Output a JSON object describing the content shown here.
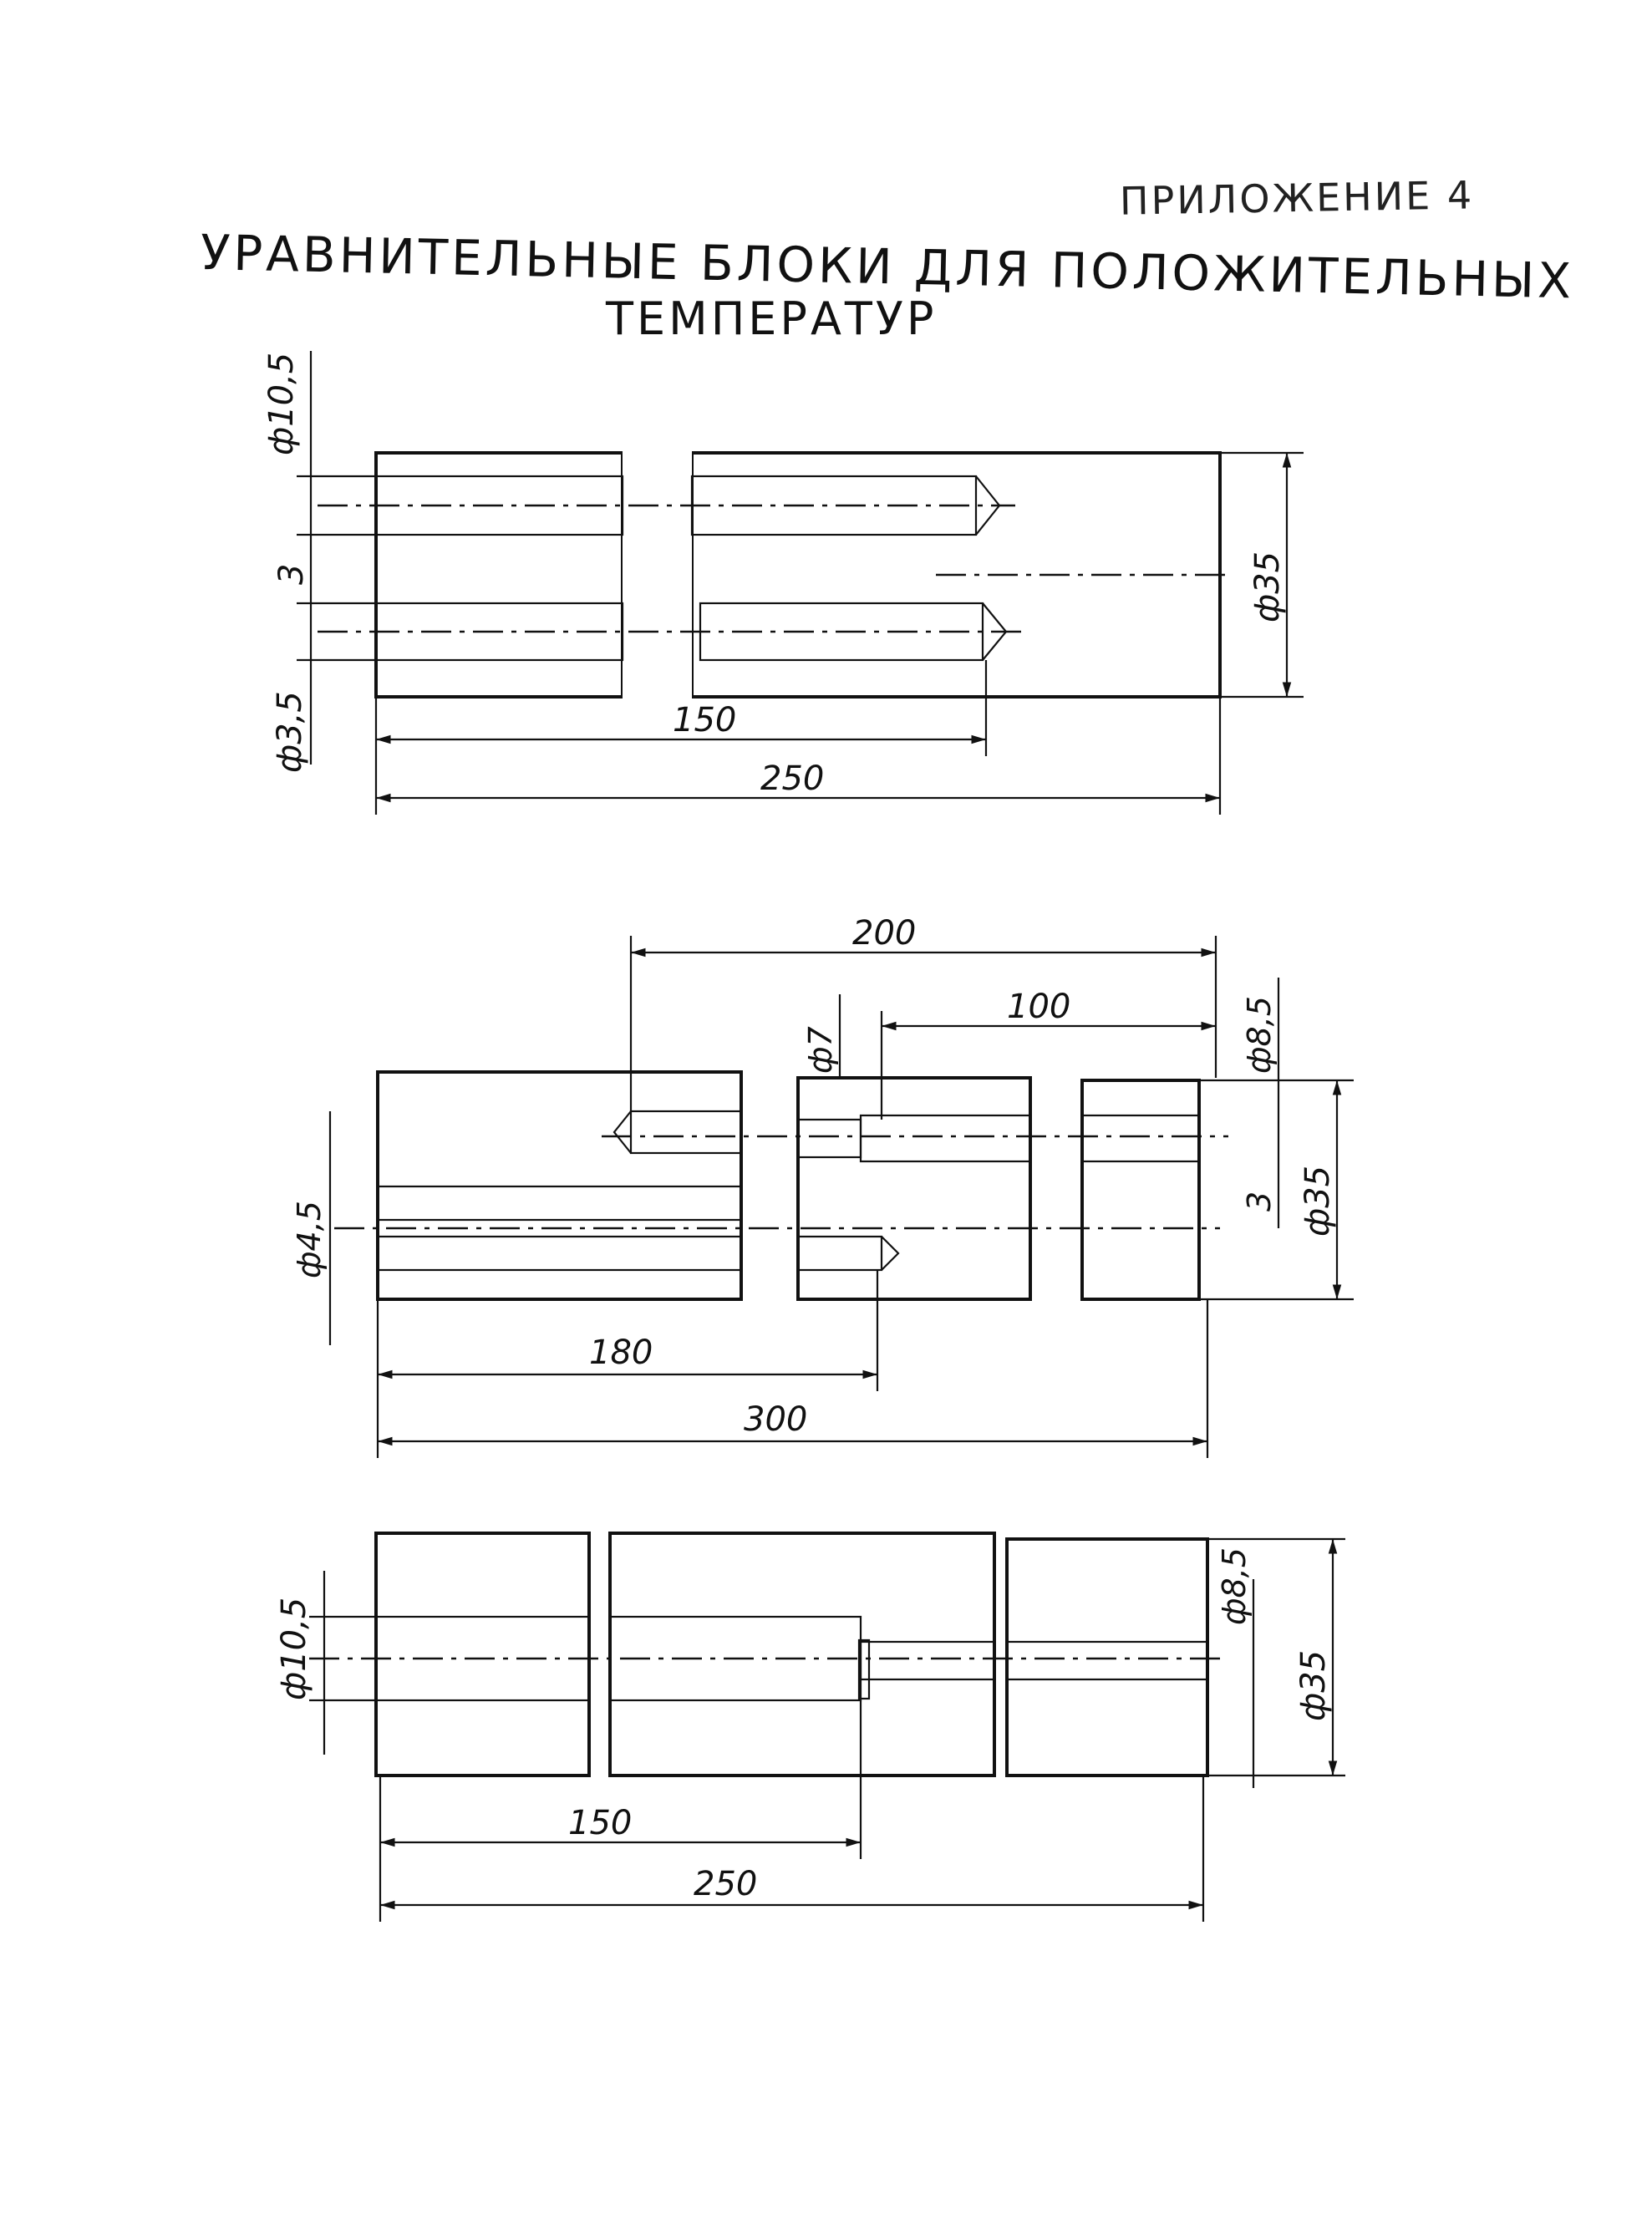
{
  "header": {
    "appendix": "ПРИЛОЖЕНИЕ 4",
    "title_line1": "УРАВНИТЕЛЬНЫЕ БЛОКИ ДЛЯ ПОЛОЖИТЕЛЬНЫХ",
    "title_line2": "ТЕМПЕРАТУР"
  },
  "block1": {
    "dim_left_top": "ф10,5",
    "dim_left_mid": "3",
    "dim_left_bottom": "ф3,5",
    "dim_right": "ф35",
    "dim_inner": "150",
    "dim_total": "250"
  },
  "block2": {
    "dim_top": "200",
    "dim_inner_top": "100",
    "dim_hole": "ф7",
    "dim_right_top": "ф8,5",
    "dim_right_mid": "3",
    "dim_right": "ф35",
    "dim_left": "ф4,5",
    "dim_inner": "180",
    "dim_total": "300"
  },
  "block3": {
    "dim_left": "ф10,5",
    "dim_right_top": "ф8,5",
    "dim_right": "ф35",
    "dim_inner": "150",
    "dim_total": "250"
  }
}
